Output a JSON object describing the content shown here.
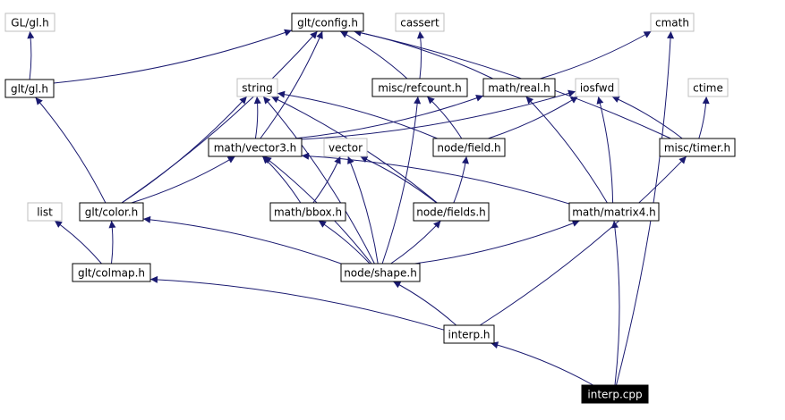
{
  "colors": {
    "edge": "#191970",
    "box_border": "#000000",
    "external_border": "#bfbfbf",
    "root_fill": "#000000",
    "root_text": "#ffffff",
    "text": "#000000"
  },
  "nodes": [
    {
      "id": "gl_gl_h",
      "label": "GL/gl.h",
      "kind": "external"
    },
    {
      "id": "glt_config_h",
      "label": "glt/config.h",
      "kind": "header"
    },
    {
      "id": "cassert",
      "label": "cassert",
      "kind": "external"
    },
    {
      "id": "cmath",
      "label": "cmath",
      "kind": "external"
    },
    {
      "id": "glt_gl_h",
      "label": "glt/gl.h",
      "kind": "header"
    },
    {
      "id": "string",
      "label": "string",
      "kind": "external"
    },
    {
      "id": "misc_refcount_h",
      "label": "misc/refcount.h",
      "kind": "header"
    },
    {
      "id": "math_real_h",
      "label": "math/real.h",
      "kind": "header"
    },
    {
      "id": "iosfwd",
      "label": "iosfwd",
      "kind": "external"
    },
    {
      "id": "ctime",
      "label": "ctime",
      "kind": "external"
    },
    {
      "id": "math_vector3_h",
      "label": "math/vector3.h",
      "kind": "header"
    },
    {
      "id": "vector",
      "label": "vector",
      "kind": "external"
    },
    {
      "id": "node_field_h",
      "label": "node/field.h",
      "kind": "header"
    },
    {
      "id": "misc_timer_h",
      "label": "misc/timer.h",
      "kind": "header"
    },
    {
      "id": "list",
      "label": "list",
      "kind": "external"
    },
    {
      "id": "glt_color_h",
      "label": "glt/color.h",
      "kind": "header"
    },
    {
      "id": "math_bbox_h",
      "label": "math/bbox.h",
      "kind": "header"
    },
    {
      "id": "node_fields_h",
      "label": "node/fields.h",
      "kind": "header"
    },
    {
      "id": "math_matrix4_h",
      "label": "math/matrix4.h",
      "kind": "header"
    },
    {
      "id": "glt_colmap_h",
      "label": "glt/colmap.h",
      "kind": "header"
    },
    {
      "id": "node_shape_h",
      "label": "node/shape.h",
      "kind": "header"
    },
    {
      "id": "interp_h",
      "label": "interp.h",
      "kind": "header"
    },
    {
      "id": "interp_cpp",
      "label": "interp.cpp",
      "kind": "root"
    }
  ],
  "edges": [
    [
      "glt_gl_h",
      "gl_gl_h"
    ],
    [
      "glt_gl_h",
      "glt_config_h"
    ],
    [
      "misc_refcount_h",
      "glt_config_h"
    ],
    [
      "misc_refcount_h",
      "cassert"
    ],
    [
      "math_real_h",
      "glt_config_h"
    ],
    [
      "math_real_h",
      "cmath"
    ],
    [
      "math_vector3_h",
      "glt_config_h"
    ],
    [
      "math_vector3_h",
      "string"
    ],
    [
      "math_vector3_h",
      "math_real_h"
    ],
    [
      "math_vector3_h",
      "iosfwd"
    ],
    [
      "node_field_h",
      "string"
    ],
    [
      "node_field_h",
      "misc_refcount_h"
    ],
    [
      "node_field_h",
      "iosfwd"
    ],
    [
      "misc_timer_h",
      "glt_config_h"
    ],
    [
      "misc_timer_h",
      "iosfwd"
    ],
    [
      "misc_timer_h",
      "ctime"
    ],
    [
      "glt_color_h",
      "glt_gl_h"
    ],
    [
      "glt_color_h",
      "glt_config_h"
    ],
    [
      "glt_color_h",
      "string"
    ],
    [
      "glt_color_h",
      "math_vector3_h"
    ],
    [
      "math_bbox_h",
      "math_vector3_h"
    ],
    [
      "math_bbox_h",
      "vector"
    ],
    [
      "node_fields_h",
      "node_field_h"
    ],
    [
      "node_fields_h",
      "vector"
    ],
    [
      "node_fields_h",
      "string"
    ],
    [
      "math_matrix4_h",
      "math_real_h"
    ],
    [
      "math_matrix4_h",
      "iosfwd"
    ],
    [
      "math_matrix4_h",
      "math_vector3_h"
    ],
    [
      "glt_colmap_h",
      "list"
    ],
    [
      "glt_colmap_h",
      "glt_color_h"
    ],
    [
      "node_shape_h",
      "string"
    ],
    [
      "node_shape_h",
      "math_vector3_h"
    ],
    [
      "node_shape_h",
      "vector"
    ],
    [
      "node_shape_h",
      "math_bbox_h"
    ],
    [
      "node_shape_h",
      "node_fields_h"
    ],
    [
      "node_shape_h",
      "math_matrix4_h"
    ],
    [
      "node_shape_h",
      "glt_color_h"
    ],
    [
      "node_shape_h",
      "misc_refcount_h"
    ],
    [
      "interp_h",
      "glt_colmap_h"
    ],
    [
      "interp_h",
      "node_shape_h"
    ],
    [
      "interp_h",
      "misc_timer_h"
    ],
    [
      "interp_cpp",
      "interp_h"
    ],
    [
      "interp_cpp",
      "math_matrix4_h"
    ],
    [
      "interp_cpp",
      "cmath"
    ]
  ]
}
